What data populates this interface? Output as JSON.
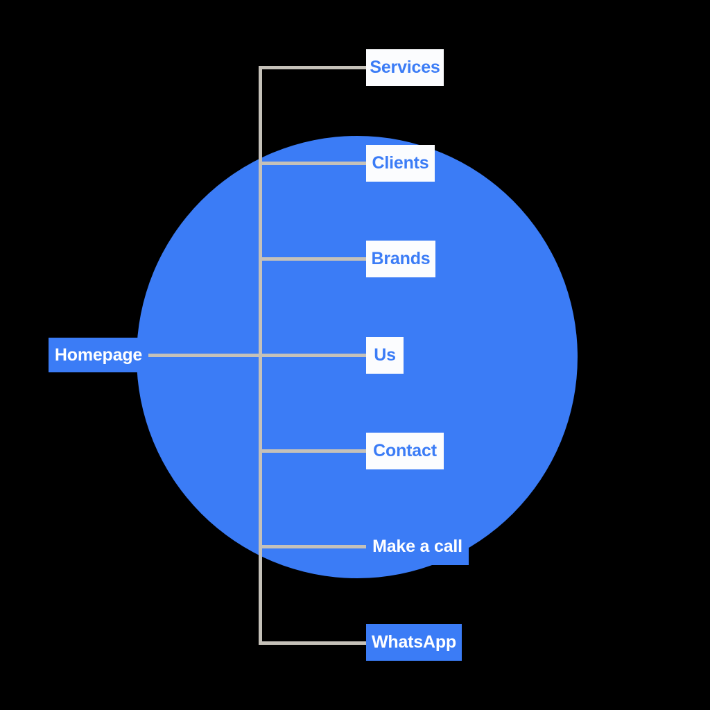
{
  "diagram": {
    "title": "Website sitemap tree",
    "background_color": "#000000",
    "accent_color": "#3b7cf6",
    "line_color": "#c5c1b9",
    "light_box_color": "#fbfcfe",
    "root": {
      "label": "Homepage",
      "style": "solid"
    },
    "branches": [
      {
        "label": "Services",
        "style": "light"
      },
      {
        "label": "Clients",
        "style": "light"
      },
      {
        "label": "Brands",
        "style": "light"
      },
      {
        "label": "Us",
        "style": "light"
      },
      {
        "label": "Contact",
        "style": "light"
      },
      {
        "label": "Make a call",
        "style": "solid"
      },
      {
        "label": "WhatsApp",
        "style": "solid"
      }
    ]
  }
}
